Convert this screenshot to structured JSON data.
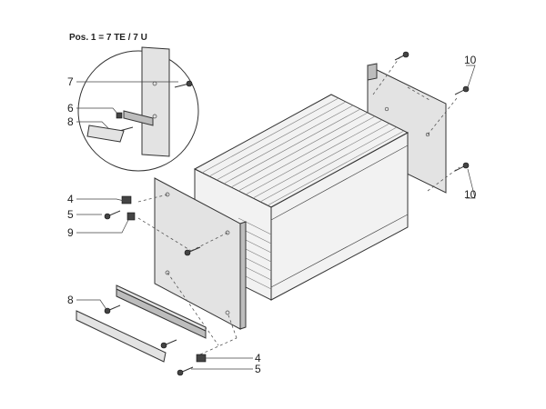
{
  "title": "Pos. 1 = 7 TE / 7 U",
  "callouts": {
    "c7": "7",
    "c6": "6",
    "c8_detail": "8",
    "c4_top": "4",
    "c5_top": "5",
    "c9": "9",
    "c8_bottom": "8",
    "c4_bottom": "4",
    "c5_bottom": "5",
    "c10_top": "10",
    "c10_bottom": "10"
  },
  "colors": {
    "line": "#333333",
    "plate": "#e3e3e3",
    "body": "#f2f2f2"
  }
}
